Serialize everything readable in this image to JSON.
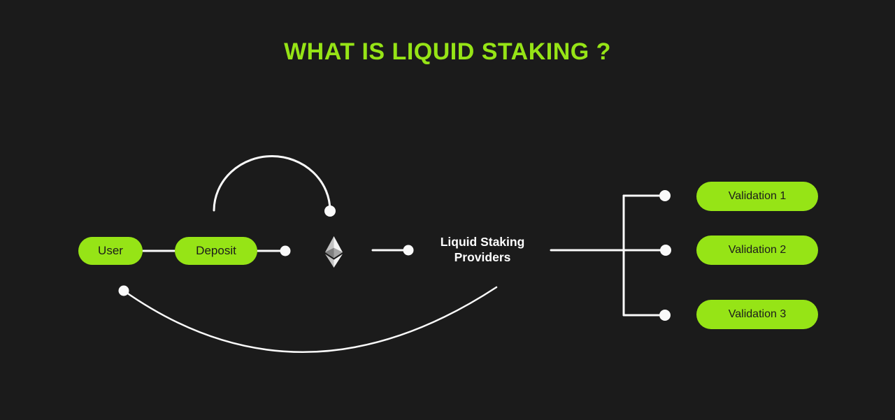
{
  "title": "WHAT IS LIQUID STAKING ?",
  "colors": {
    "background": "#1B1B1B",
    "accent": "#96E416",
    "line": "#FAFAFA",
    "pill_text": "#1B1B1B",
    "provider_text": "#FFFFFF"
  },
  "nodes": {
    "user": {
      "label": "User"
    },
    "deposit": {
      "label": "Deposit"
    },
    "eth": {
      "icon": "ethereum-icon"
    },
    "providers": {
      "label": "Liquid Staking Providers"
    },
    "validations": [
      {
        "label": "Validation 1"
      },
      {
        "label": "Validation 2"
      },
      {
        "label": "Validation 3"
      }
    ]
  }
}
